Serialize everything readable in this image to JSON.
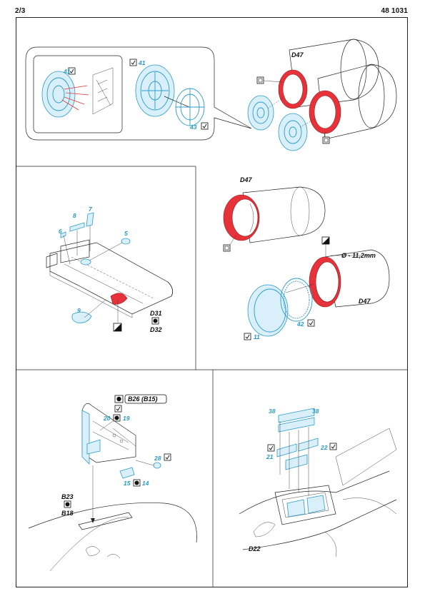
{
  "header": {
    "page_number": "2/3",
    "catalog_number": "48 1031"
  },
  "colors": {
    "photo_etch": "#2a9bc9",
    "paint_red": "#e8323a",
    "line": "#222222"
  },
  "step1": {
    "labels": {
      "d47": "D47",
      "p41_inset": "41",
      "p41": "41",
      "p43": "43"
    }
  },
  "step2": {
    "labels": {
      "p6": "6",
      "p8": "8",
      "p7": "7",
      "p5": "5",
      "p9": "9",
      "d31": "D31",
      "d32": "D32"
    }
  },
  "step3": {
    "labels": {
      "d47_top": "D47",
      "d47_bottom": "D47",
      "diameter": "Ø - 11,2mm",
      "p11": "11",
      "p42": "42"
    }
  },
  "step4": {
    "labels": {
      "b26": "B26 (B15)",
      "p20": "20",
      "p19": "19",
      "p28": "28",
      "p15": "15",
      "p14": "14",
      "b23": "B23",
      "b18": "B18"
    }
  },
  "step5": {
    "labels": {
      "p38_left": "38",
      "p38_right": "38",
      "p21": "21",
      "p22": "22",
      "d22": "D22"
    }
  }
}
